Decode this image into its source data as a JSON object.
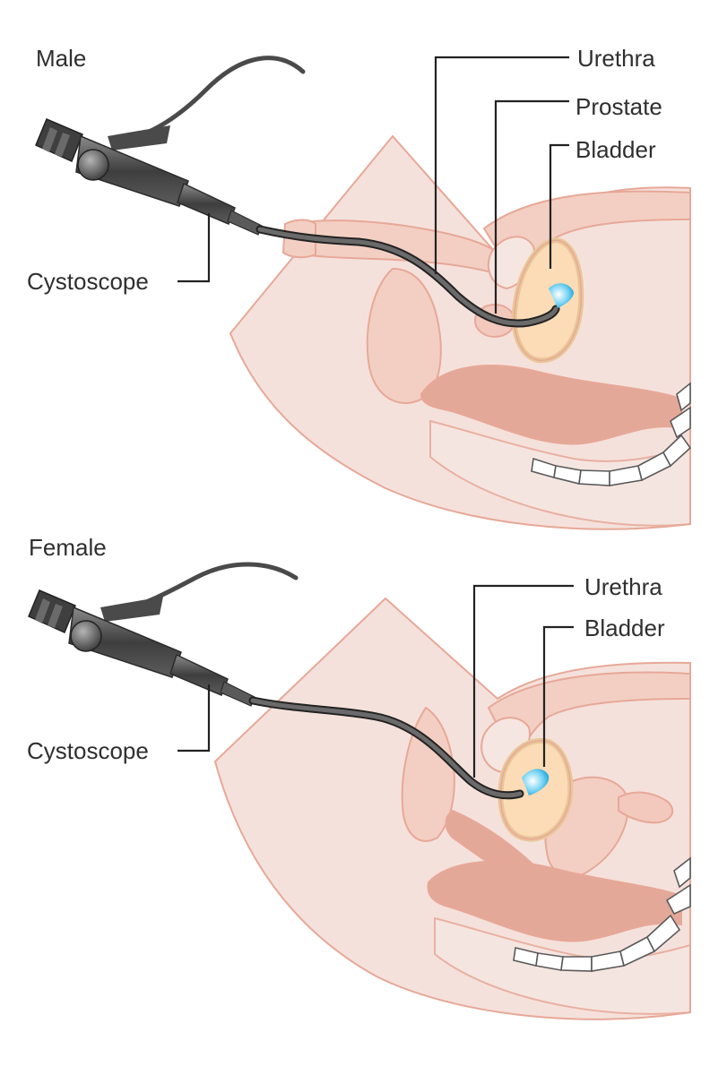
{
  "panels": [
    {
      "title": "Male",
      "labels": {
        "urethra": "Urethra",
        "prostate": "Prostate",
        "bladder": "Bladder",
        "cystoscope": "Cystoscope"
      }
    },
    {
      "title": "Female",
      "labels": {
        "urethra": "Urethra",
        "bladder": "Bladder",
        "cystoscope": "Cystoscope"
      }
    }
  ],
  "colors": {
    "skin": "#f5e1db",
    "tissue_outline": "#e7a898",
    "organ": "#f3cfc3",
    "rectum": "#e3a897",
    "bladder_fill": "#fbdcb6",
    "bladder_outline": "#e9c697",
    "scope": "#4a4a4a",
    "scope_light": "#7a7a7a",
    "scope_tip": "#5ec9f0",
    "bone": "#ffffff"
  }
}
